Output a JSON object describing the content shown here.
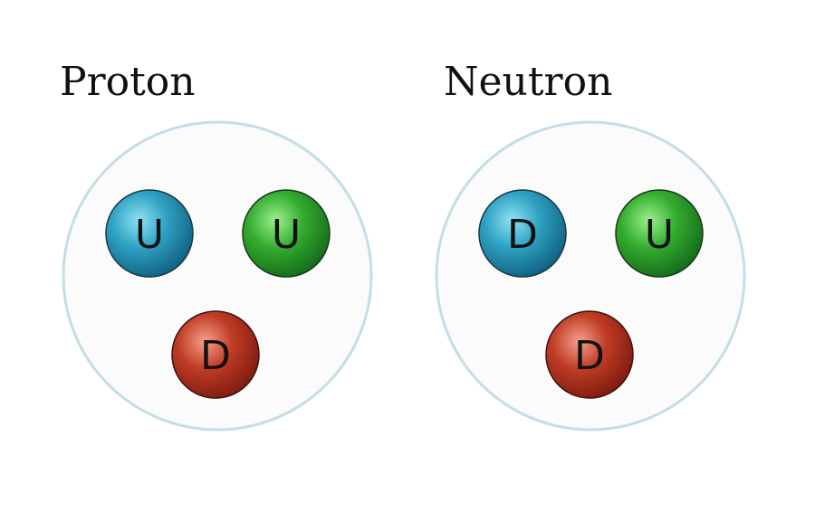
{
  "particles": [
    {
      "name": "Proton",
      "quarks": [
        {
          "letter": "U",
          "color": "blue"
        },
        {
          "letter": "U",
          "color": "green"
        },
        {
          "letter": "D",
          "color": "red"
        }
      ]
    },
    {
      "name": "Neutron",
      "quarks": [
        {
          "letter": "D",
          "color": "blue"
        },
        {
          "letter": "U",
          "color": "green"
        },
        {
          "letter": "D",
          "color": "red"
        }
      ]
    }
  ],
  "colors": {
    "blue": "#2a8fb0",
    "green": "#2e9e2e",
    "red": "#b53320",
    "circle_fill": "#fbfbfb",
    "circle_stroke": "#c4dee6"
  }
}
